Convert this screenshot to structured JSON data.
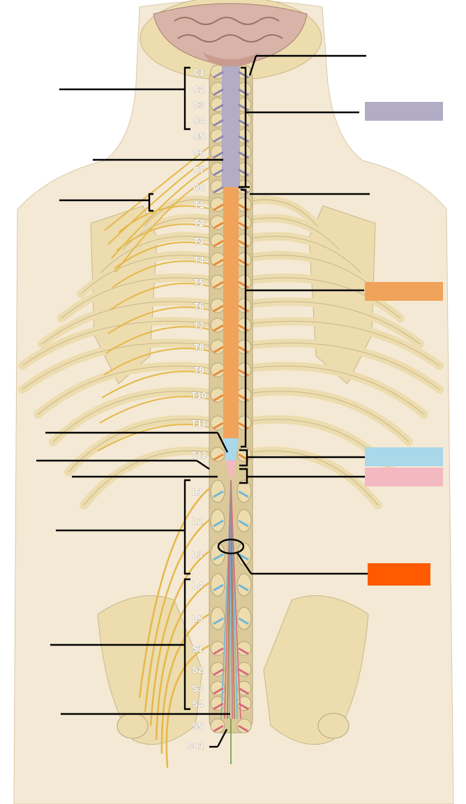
{
  "segment_labels": {
    "cervical": [
      "C1",
      "C2",
      "C3",
      "C4",
      "C5",
      "C6",
      "C7",
      "C8"
    ],
    "thoracic": [
      "T1",
      "T2",
      "T3",
      "T4",
      "T5",
      "T6",
      "T7",
      "T8",
      "T9",
      "T10",
      "T11",
      "T12"
    ],
    "lumbar": [
      "L1",
      "L2",
      "L3",
      "L4",
      "L5"
    ],
    "sacral": [
      "S1",
      "S2",
      "S3",
      "S4",
      "S5"
    ],
    "coccygeal": [
      "Co1"
    ]
  },
  "colors": {
    "cervical_region": "#b3acc7",
    "thoracic_region": "#f0a35a",
    "lumbar_region": "#a8d8ea",
    "sacral_region": "#f4b8c1",
    "cauda_equina": "#ff5a00",
    "bone": "#ecdcae",
    "skin": "#f2e6cf",
    "nerve": "#e6b84a"
  },
  "legend_boxes": [
    {
      "id": "cervical",
      "color": "#b3acc7"
    },
    {
      "id": "thoracic",
      "color": "#f0a35a"
    },
    {
      "id": "lumbar",
      "color": "#a8d8ea"
    },
    {
      "id": "sacral",
      "color": "#f4b8c1"
    },
    {
      "id": "cauda-equina",
      "color": "#ff5a00"
    }
  ]
}
